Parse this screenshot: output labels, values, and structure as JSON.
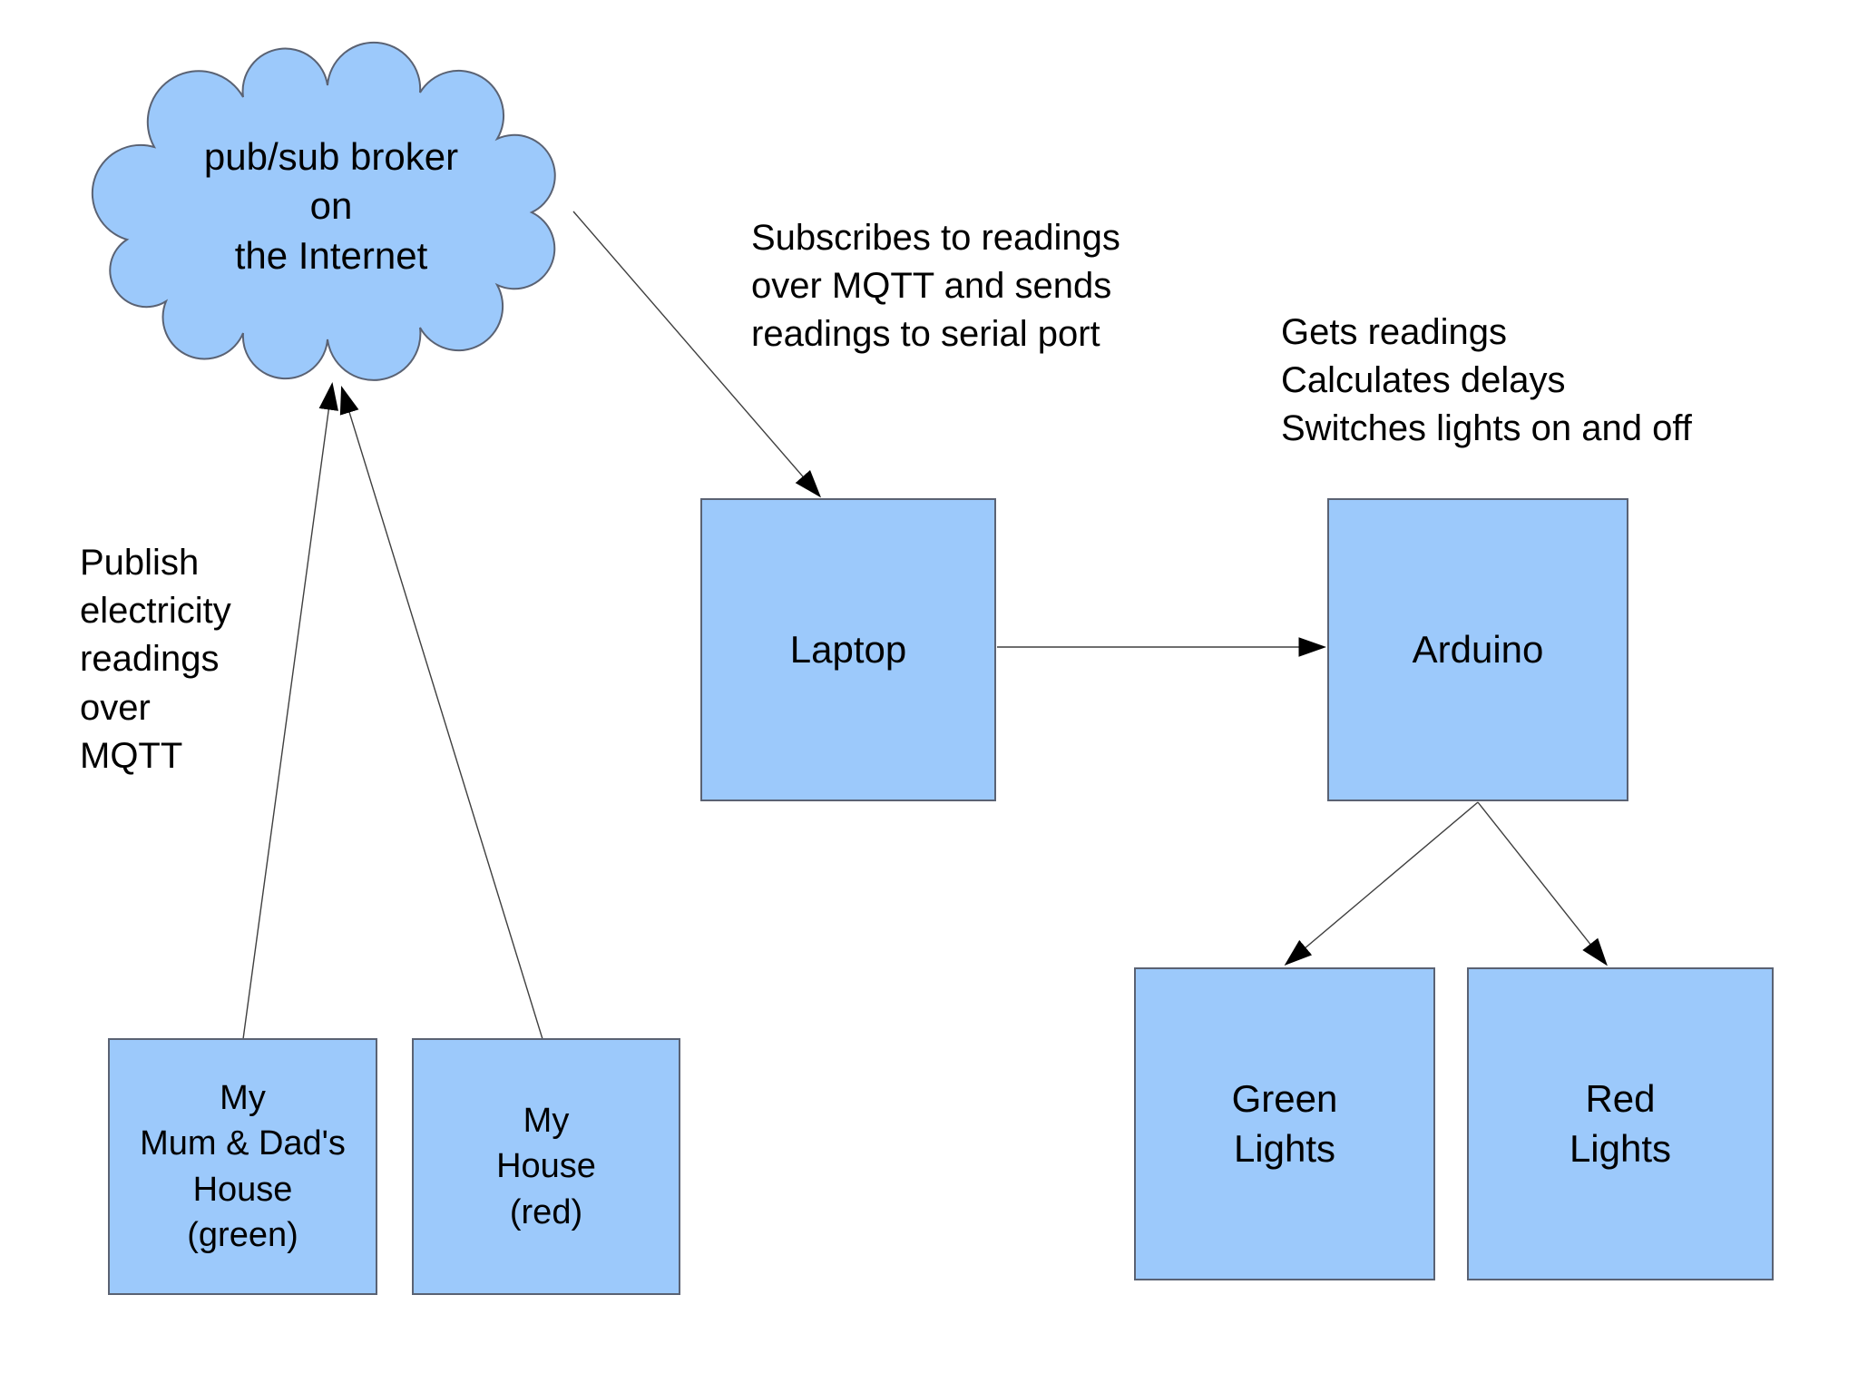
{
  "nodes": {
    "cloud": {
      "label": "pub/sub broker\non\nthe Internet"
    },
    "laptop": {
      "label": "Laptop"
    },
    "arduino": {
      "label": "Arduino"
    },
    "green_lights": {
      "label": "Green\nLights"
    },
    "red_lights": {
      "label": "Red\nLights"
    },
    "mum_dads_house": {
      "label": "My\nMum & Dad's\nHouse\n(green)"
    },
    "my_house": {
      "label": "My\nHouse\n(red)"
    }
  },
  "annotations": {
    "publish": {
      "text": "Publish\nelectricity\nreadings\nover\nMQTT"
    },
    "subscribe": {
      "text": "Subscribes to readings\nover MQTT and sends\nreadings to serial port"
    },
    "arduino_tasks": {
      "text": "Gets readings\nCalculates delays\nSwitches lights on and off"
    }
  },
  "colors": {
    "node_fill": "#9CC9FB",
    "node_border": "#5A6273",
    "edge": "#3F3F3F",
    "arrowhead": "#000000",
    "background": "#FFFFFF",
    "text": "#000000"
  }
}
